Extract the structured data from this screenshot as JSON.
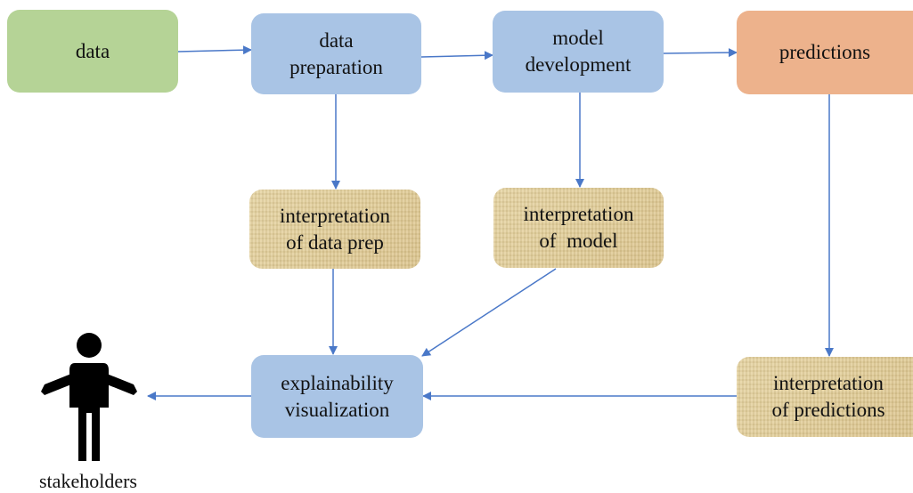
{
  "nodes": {
    "data": {
      "label": "data"
    },
    "data_preparation": {
      "line1": "data",
      "line2": "preparation"
    },
    "model_development": {
      "line1": "model",
      "line2": "development"
    },
    "predictions": {
      "label": "predictions"
    },
    "interp_data_prep": {
      "line1": "interpretation",
      "line2": "of data prep"
    },
    "interp_model": {
      "line1": "interpretation",
      "line2": "of  model"
    },
    "explainability_viz": {
      "line1": "explainability",
      "line2": "visualization"
    },
    "interp_predictions": {
      "line1": "interpretation",
      "line2": "of predictions"
    }
  },
  "stakeholders": {
    "label": "stakeholders",
    "icon": "person-shrug-icon"
  },
  "colors": {
    "data": "#b5d396",
    "process": "#a9c4e5",
    "predictions": "#edb28c",
    "interpretation": "#e3cf99",
    "arrow": "#4a78c8"
  }
}
